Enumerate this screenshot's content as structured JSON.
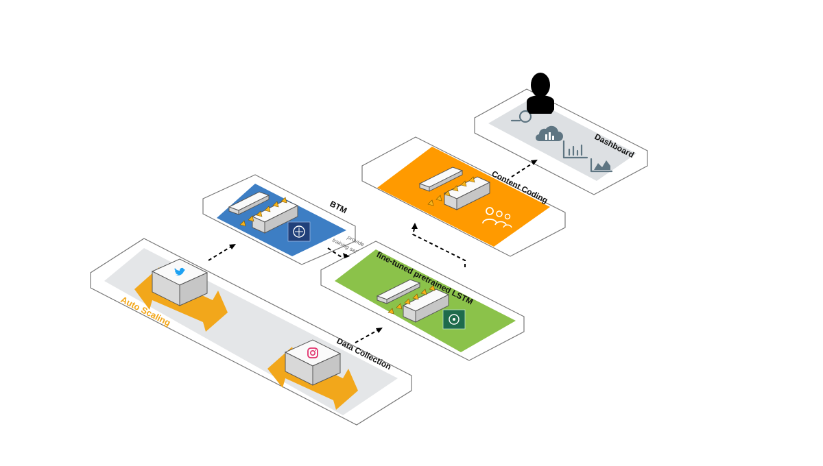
{
  "stages": {
    "data_collection": {
      "label": "Data Collection",
      "auto_scaling": "Auto Scaling"
    },
    "btm": {
      "label": "BTM"
    },
    "lstm": {
      "label": "fine-tuned pretrained LSTM"
    },
    "content_coding": {
      "label": "Content Coding"
    },
    "dashboard": {
      "label": "Dashboard"
    }
  },
  "annotations": {
    "provide": "provide",
    "training_set": "training set"
  },
  "colors": {
    "btm_panel": "#3d7ec4",
    "lstm_panel": "#8bc24a",
    "content_coding_panel": "#ff9a00",
    "dashboard_panel": "#dde0e3",
    "auto_scaling_arrow": "#f2a71b",
    "twitter": "#1da1f2",
    "instagram": "#e1306c",
    "chip_dark": "#21407a",
    "chip_green": "#1e6b4c"
  },
  "icons": [
    "twitter-icon",
    "instagram-icon",
    "brain-chip-icon",
    "ai-chip-icon",
    "users-icon",
    "search-icon",
    "cloud-chart-icon",
    "bar-chart-icon",
    "area-chart-icon",
    "user-silhouette-icon"
  ]
}
